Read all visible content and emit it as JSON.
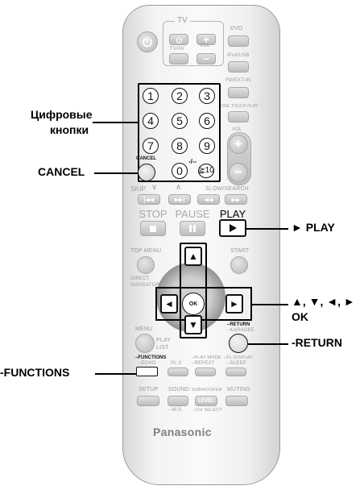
{
  "remote": {
    "tv_group_label": "TV",
    "dvd_label": "DVD",
    "tvav_label": "TV/AV",
    "vol_label": "VOL",
    "ipod_label": "iPod/USB",
    "fmext_label": "FM/EXT-IN",
    "onetouch_label": "ONE TOUCH PLAY",
    "vol_side_label": "VOL",
    "digits": [
      "1",
      "2",
      "3",
      "4",
      "5",
      "6",
      "7",
      "8",
      "9",
      "0"
    ],
    "cancel_label": "CANCEL",
    "dash_label": "-/--",
    "ge10_label": "≧10",
    "skip_label": "SKIP",
    "slowsearch_label": "SLOW/SEARCH",
    "stop_label": "STOP",
    "pause_label": "PAUSE",
    "play_label": "PLAY",
    "topmenu_label": "TOP MENU",
    "start_label": "START",
    "direct_navigator_label": "DIRECT NAVIGATOR",
    "ok_label": "OK",
    "menu_label": "MENU",
    "playlist_label": "PLAY LIST",
    "return_label": "–RETURN",
    "karaoke_label": "–KARAOKE",
    "functions_label": "–FUNCTIONS",
    "echo_label": "–ECHO",
    "plii_label": "PL II",
    "playmode_label": "–PLAY MODE",
    "repeat_label": "–REPEAT",
    "fldisplay_label": "–FL DISPLAY",
    "sleep_label": "–SLEEP",
    "setup_label": "SETUP",
    "sound_label": "SOUND",
    "subwoofer_label": "SUBWOOFER",
    "muting_label": "MUTING",
    "level_label": "LEVEL",
    "ws_label": "–W.S.",
    "chselect_label": "–CH SELECT",
    "brand": "Panasonic"
  },
  "callouts": {
    "digits_line1": "Цифровые",
    "digits_line2": "кнопки",
    "cancel": "CANCEL",
    "play": "► PLAY",
    "arrows_line1": "▲, ▼, ◄, ►",
    "arrows_line2": "OK",
    "return": "-RETURN",
    "functions": "-FUNCTIONS"
  },
  "icons": {
    "power": "power-icon",
    "stop": "stop-icon",
    "pause": "pause-icon",
    "play": "play-icon"
  }
}
